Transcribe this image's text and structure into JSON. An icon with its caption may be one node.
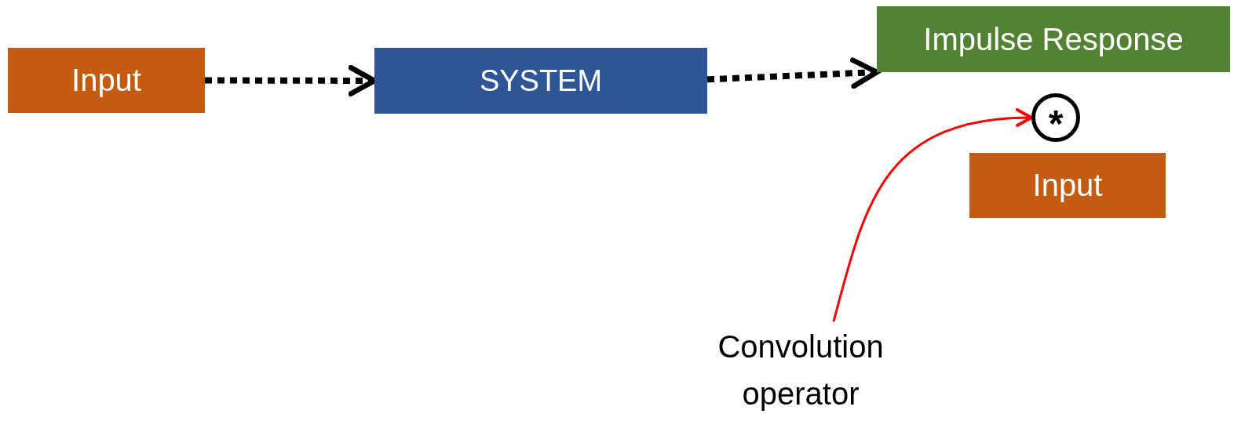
{
  "diagram": {
    "nodes": [
      {
        "text": [
          "Input"
        ]
      },
      {
        "text": [
          "SYSTEM"
        ]
      },
      {
        "text": [
          "Impulse Response"
        ]
      },
      {
        "text": [
          "*"
        ]
      },
      {
        "text": [
          "Input"
        ]
      },
      {
        "text": [
          "Convolution operator"
        ]
      }
    ],
    "edges": [
      {
        "from": 0,
        "to": 1,
        "arrow": "to",
        "style": "dashed"
      },
      {
        "from": 1,
        "to": 2,
        "arrow": "to",
        "style": "dashed"
      },
      {
        "from": 5,
        "to": 3,
        "arrow": "to",
        "color": "#ff0000"
      }
    ]
  }
}
